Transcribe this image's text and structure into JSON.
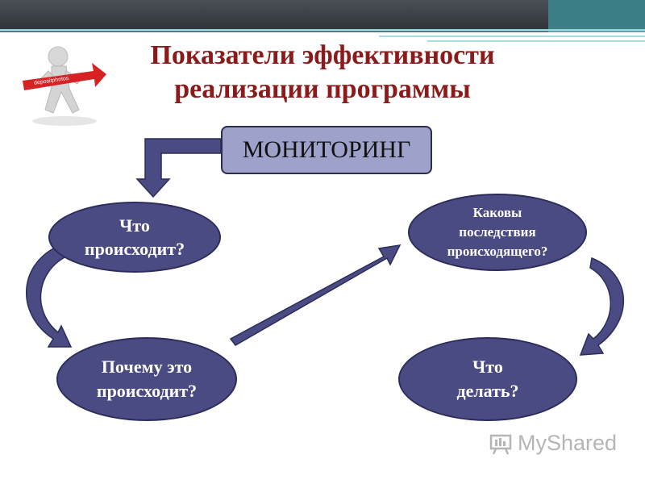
{
  "title": {
    "line1": "Показатели эффективности",
    "line2": "реализации программы"
  },
  "logo": {
    "icon": "running-person-arrow-icon",
    "text": "depositphotos"
  },
  "monitoring": {
    "label": "МОНИТОРИНГ"
  },
  "nodes": {
    "what_happens": [
      "Что",
      "происходит?"
    ],
    "why_happens": [
      "Почему это",
      "происходит?"
    ],
    "consequences": [
      "Каковы",
      "последствия",
      "происходящего?"
    ],
    "what_to_do": [
      "Что",
      "делать?"
    ]
  },
  "watermark": {
    "text": "MyShared",
    "icon": "presentation-board-icon"
  },
  "colors": {
    "title": "#8b1a1a",
    "oval_fill": "#4b4b84",
    "box_fill": "#9ea2cb",
    "arrow_fill": "#4b4b84"
  }
}
